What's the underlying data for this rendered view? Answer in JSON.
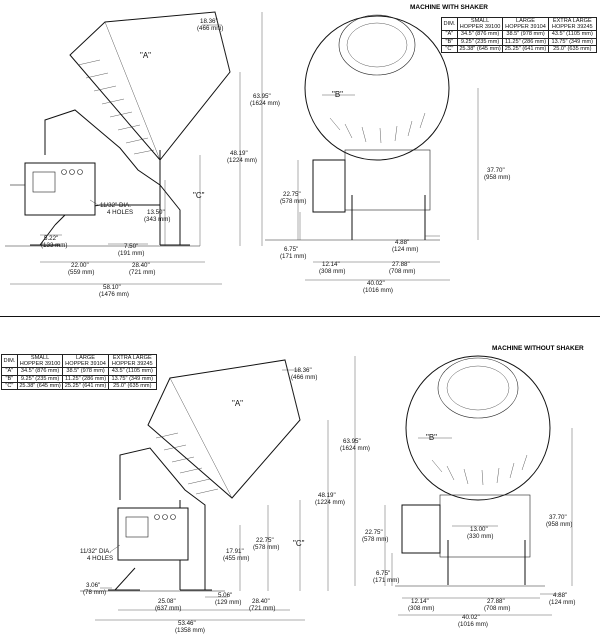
{
  "headings": {
    "top": "MACHINE WITH SHAKER",
    "bottom": "MACHINE WITHOUT SHAKER"
  },
  "spec_table": {
    "header": [
      "DIM.",
      "SMALL HOPPER 39100",
      "LARGE HOPPER 39104",
      "EXTRA LARGE HOPPER 39245"
    ],
    "rows": [
      [
        "\"A\"",
        "34.5\" (876 mm)",
        "38.5\" (978 mm)",
        "43.5\" (1105 mm)"
      ],
      [
        "\"B\"",
        "9.25\" (235 mm)",
        "11.25\" (286 mm)",
        "13.75\" (349 mm)"
      ],
      [
        "\"C\"",
        "25.38\" (645 mm)",
        "25.25\" (641 mm)",
        "25.0\" (635 mm)"
      ]
    ]
  },
  "labels": {
    "a": "\"A\"",
    "b": "\"B\"",
    "c": "\"C\"",
    "holes_line1": "11/32\" DIA.",
    "holes_line2": "4 HOLES"
  },
  "top_side_dims": {
    "d18": [
      "18.36\"",
      "(466 mm)"
    ],
    "d63": [
      "63.95\"",
      "(1624 mm)"
    ],
    "d48": [
      "48.19\"",
      "(1224 mm)"
    ],
    "d13": [
      "13.50\"",
      "(343 mm)"
    ],
    "d522": [
      "5.22\"",
      "(133 mm)"
    ],
    "d750": [
      "7.50\"",
      "(191 mm)"
    ],
    "d22": [
      "22.00\"",
      "(559 mm)"
    ],
    "d284": [
      "28.40\"",
      "(721 mm)"
    ],
    "d58": [
      "58.10\"",
      "(1476 mm)"
    ]
  },
  "top_front_dims": {
    "d2275": [
      "22.75\"",
      "(578 mm)"
    ],
    "d675": [
      "6.75\"",
      "(171 mm)"
    ],
    "d377": [
      "37.70\"",
      "(958 mm)"
    ],
    "d488": [
      "4.88\"",
      "(124 mm)"
    ],
    "d1214": [
      "12.14\"",
      "(308 mm)"
    ],
    "d2788": [
      "27.88\"",
      "(708 mm)"
    ],
    "d4002": [
      "40.02\"",
      "(1016 mm)"
    ]
  },
  "bottom_side_dims": {
    "d18": [
      "18.36\"",
      "(466 mm)"
    ],
    "d48": [
      "48.19\"",
      "(1224 mm)"
    ],
    "d2275": [
      "22.75\"",
      "(578 mm)"
    ],
    "d1791": [
      "17.91\"",
      "(455 mm)"
    ],
    "d306": [
      "3.06\"",
      "(78 mm)"
    ],
    "d506": [
      "5.06\"",
      "(129 mm)"
    ],
    "d2508": [
      "25.08\"",
      "(637 mm)"
    ],
    "d284": [
      "28.40\"",
      "(721 mm)"
    ],
    "d5346": [
      "53.46\"",
      "(1358 mm)"
    ]
  },
  "bottom_front_dims": {
    "d63": [
      "63.95\"",
      "(1624 mm)"
    ],
    "d2275": [
      "22.75\"",
      "(578 mm)"
    ],
    "d675": [
      "6.75\"",
      "(171 mm)"
    ],
    "d13": [
      "13.00\"",
      "(330 mm)"
    ],
    "d377": [
      "37.70\"",
      "(958 mm)"
    ],
    "d488": [
      "4.88\"",
      "(124 mm)"
    ],
    "d1214": [
      "12.14\"",
      "(308 mm)"
    ],
    "d2788": [
      "27.88\"",
      "(708 mm)"
    ],
    "d4002": [
      "40.02\"",
      "(1016 mm)"
    ]
  }
}
